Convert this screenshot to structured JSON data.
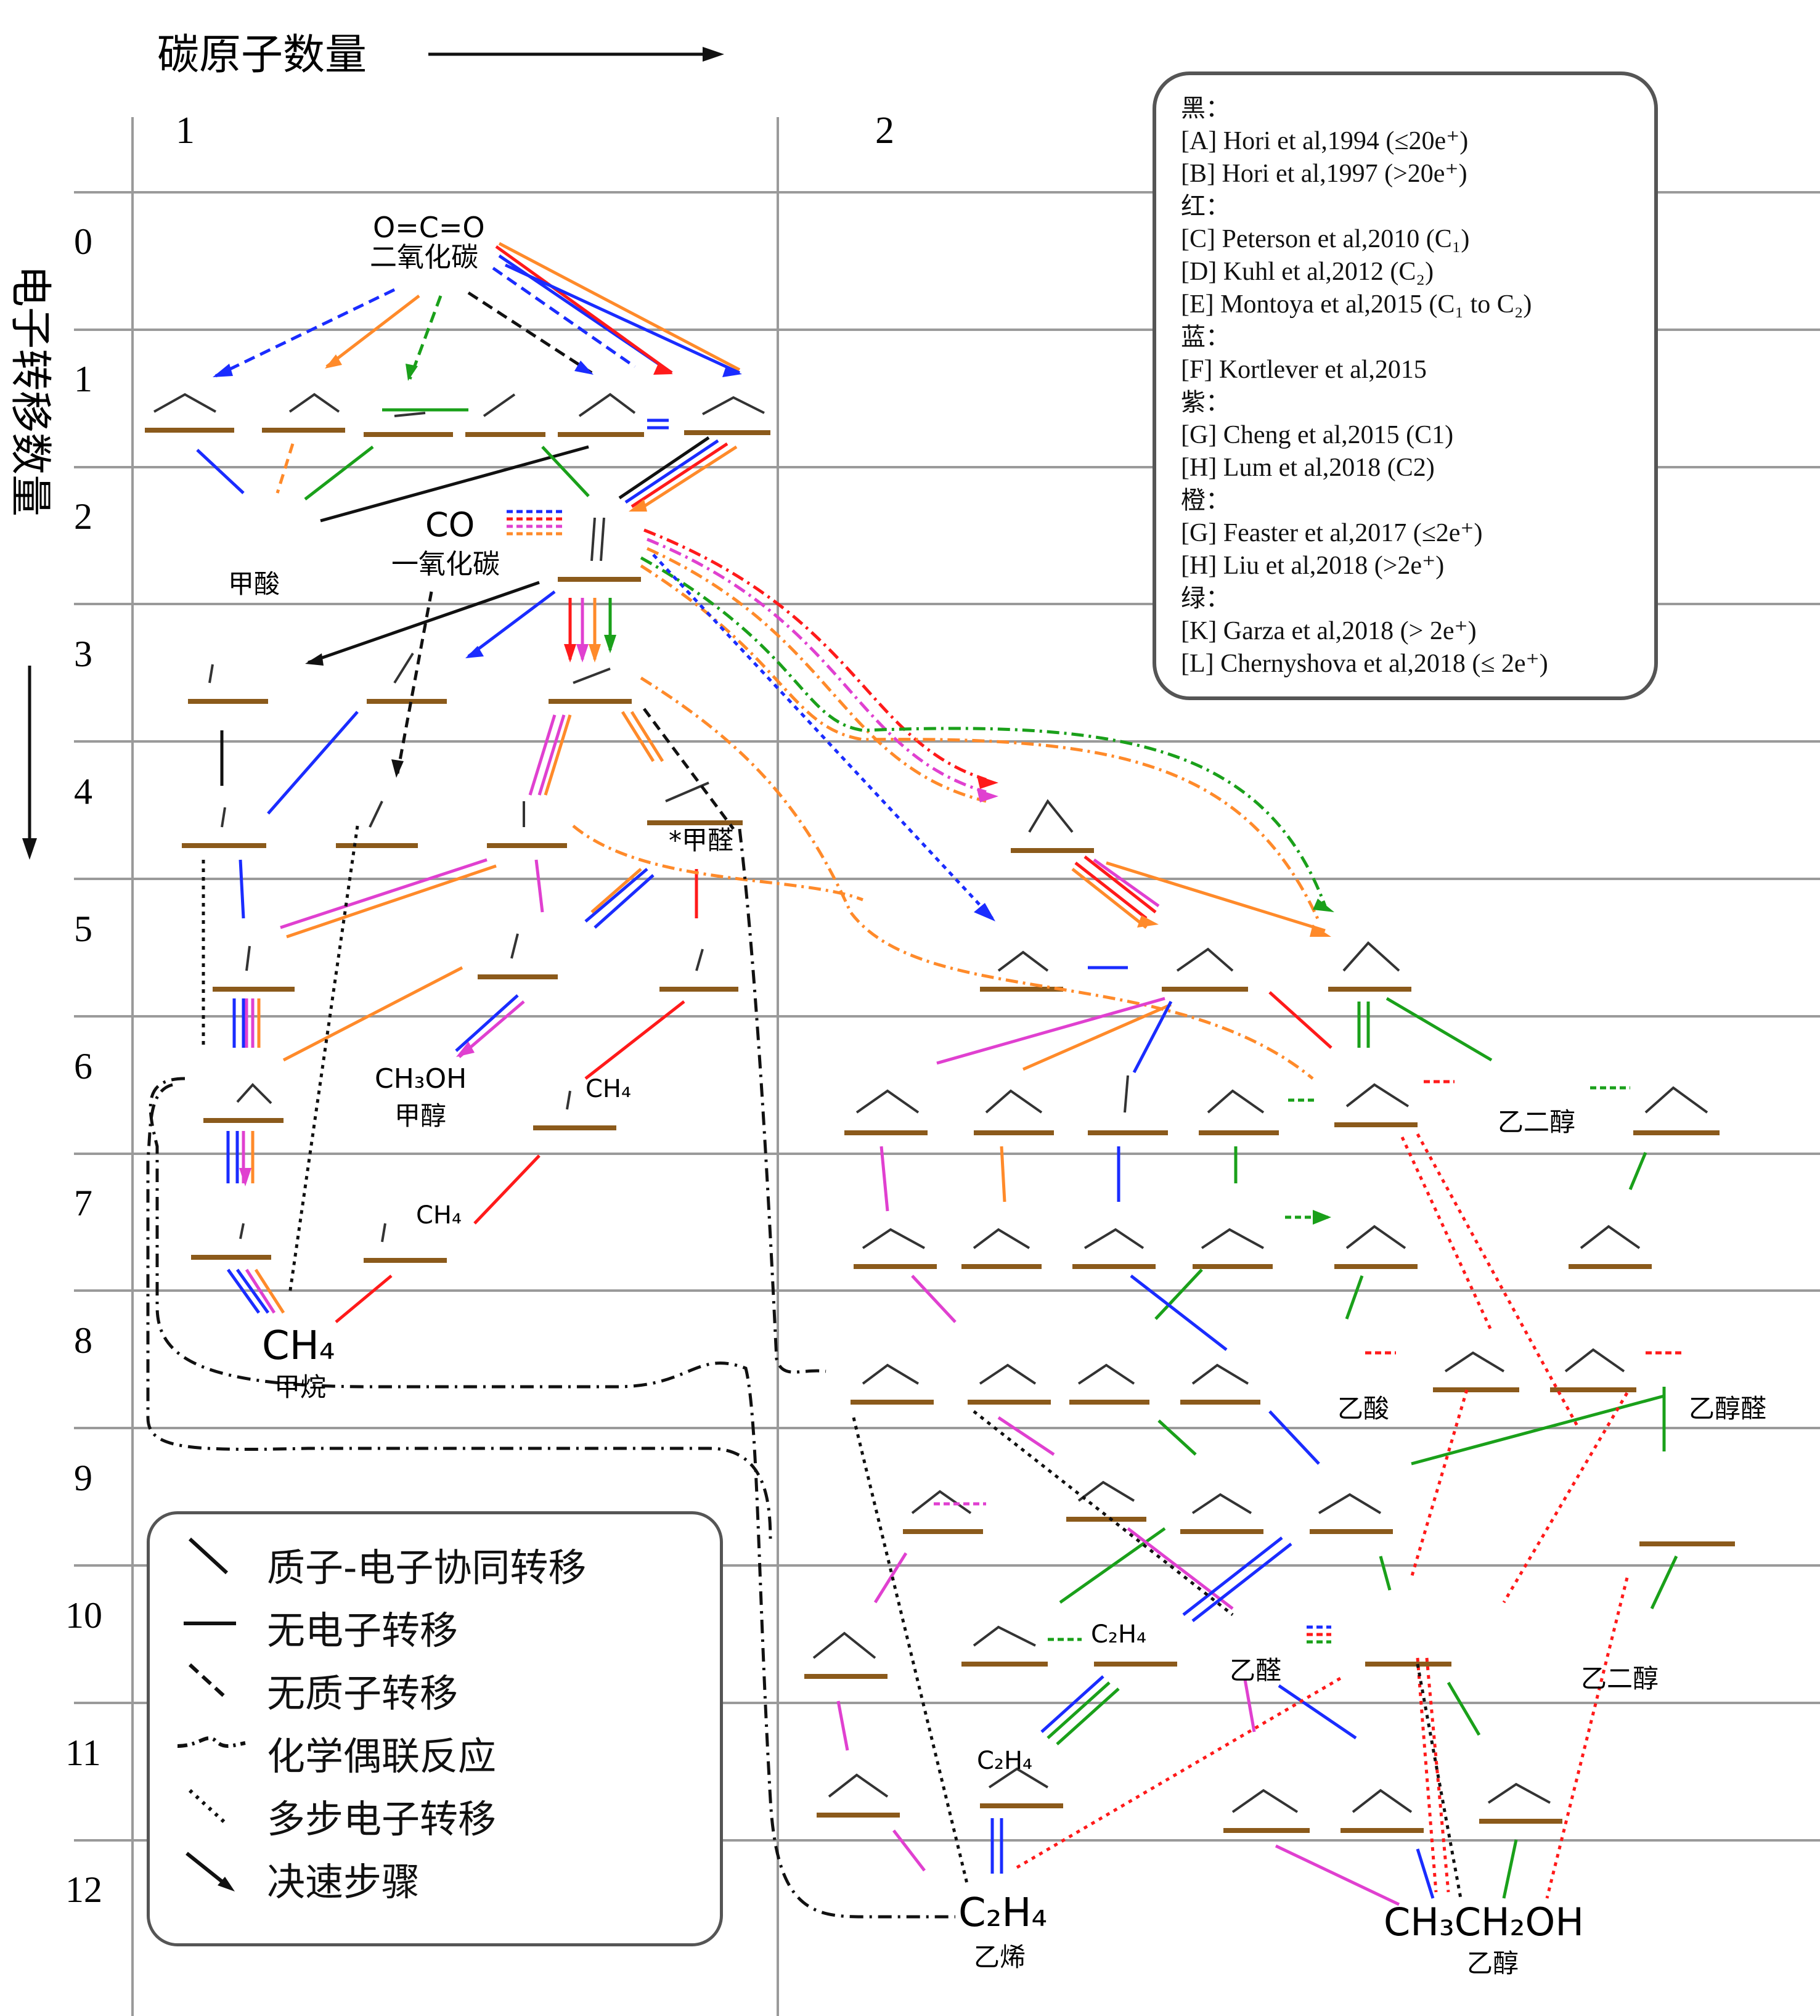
{
  "axes": {
    "carbon_axis_label": "碳原子数量",
    "electron_axis_label": "电子转移数量",
    "carbon_numbers": [
      "1",
      "2"
    ],
    "electron_numbers": [
      "0",
      "1",
      "2",
      "3",
      "4",
      "5",
      "6",
      "7",
      "8",
      "9",
      "10",
      "11",
      "12"
    ]
  },
  "species": {
    "co2": "O=C=O",
    "co2_name": "二氧化碳",
    "formic_acid": "甲酸",
    "co": "CO",
    "co_name": "一氧化碳",
    "formaldehyde": "*甲醛",
    "methanol": "CH₃OH",
    "methanol_name": "甲醇",
    "ch4_small": "CH₄",
    "methane": "CH₄",
    "methane_name": "甲烷",
    "acetic_acid": "乙酸",
    "glycol_top": "乙二醇",
    "glycolaldehyde": "乙醇醛",
    "acetaldehyde": "乙醛",
    "ethylene_glycol": "乙二醇",
    "c2h4_small": "C₂H₄",
    "ethylene": "C₂H₄",
    "ethylene_name": "乙烯",
    "ethanol": "CH₃CH₂OH",
    "ethanol_name": "乙醇"
  },
  "references": [
    {
      "group": "黑：",
      "items": [
        "[A] Hori et al,1994 (≤20e⁺)",
        "[B] Hori et al,1997 (>20e⁺)"
      ]
    },
    {
      "group": "红：",
      "items": [
        "[C] Peterson et al,2010 (C₁)",
        "[D] Kuhl et al,2012 (C₂)",
        "[E] Montoya et al,2015 (C₁ to C₂)"
      ]
    },
    {
      "group": "蓝：",
      "items": [
        "[F] Kortlever et al,2015"
      ]
    },
    {
      "group": "紫：",
      "items": [
        "[G] Cheng et al,2015 (C1)",
        "[H] Lum et al,2018 (C2)"
      ]
    },
    {
      "group": "橙：",
      "items": [
        "[G] Feaster et al,2017 (≤2e⁺)",
        "[H] Liu et al,2018 (>2e⁺)"
      ]
    },
    {
      "group": "绿：",
      "items": [
        "[K] Garza et al,2018 (> 2e⁺)",
        "[L] Chernyshova et al,2018 (≤ 2e⁺)"
      ]
    }
  ],
  "legend": [
    {
      "label": "质子-电子协同转移",
      "icon": "solid-diagonal"
    },
    {
      "label": "无电子转移",
      "icon": "solid-horizontal"
    },
    {
      "label": "无质子转移",
      "icon": "dashed-diagonal"
    },
    {
      "label": "化学偶联反应",
      "icon": "dash-dot-curve"
    },
    {
      "label": "多步电子转移",
      "icon": "dotted-diagonal"
    },
    {
      "label": "决速步骤",
      "icon": "arrow"
    }
  ],
  "colors": {
    "black": "#111111",
    "red": "#ff1a1a",
    "blue": "#1a2cff",
    "purple": "#e040d0",
    "orange": "#ff8a2a",
    "green": "#1aa01a",
    "surface": "#8b5a1b",
    "grid": "#999999"
  }
}
